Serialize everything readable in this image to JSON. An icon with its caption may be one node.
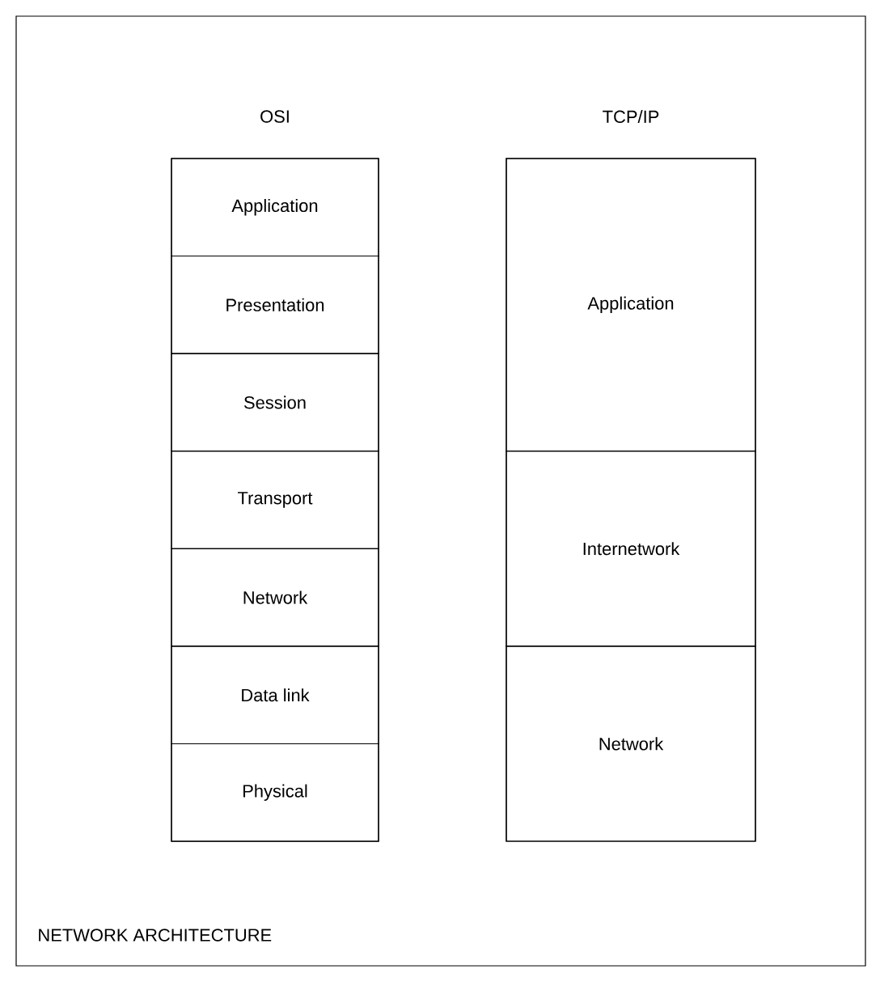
{
  "diagram": {
    "nodes": [
      {
        "text": [
          "NETWORK ARCHITECTURE"
        ]
      },
      {
        "text": [
          "OSI"
        ],
        "in": 0
      },
      {
        "text": [
          "Application"
        ],
        "in": 1
      },
      {
        "text": [
          "Presentation"
        ],
        "in": 1
      },
      {
        "text": [
          "Session"
        ],
        "in": 1
      },
      {
        "text": [
          "Transport"
        ],
        "in": 1
      },
      {
        "text": [
          "Network"
        ],
        "in": 1
      },
      {
        "text": [
          "Data link"
        ],
        "in": 1
      },
      {
        "text": [
          "Physical"
        ],
        "in": 1
      },
      {
        "text": [
          "TCP/IP"
        ],
        "in": 0
      },
      {
        "text": [
          "Application"
        ],
        "in": 9
      },
      {
        "text": [
          "Internetwork"
        ],
        "in": 9
      },
      {
        "text": [
          "Network"
        ],
        "in": 9
      }
    ]
  }
}
